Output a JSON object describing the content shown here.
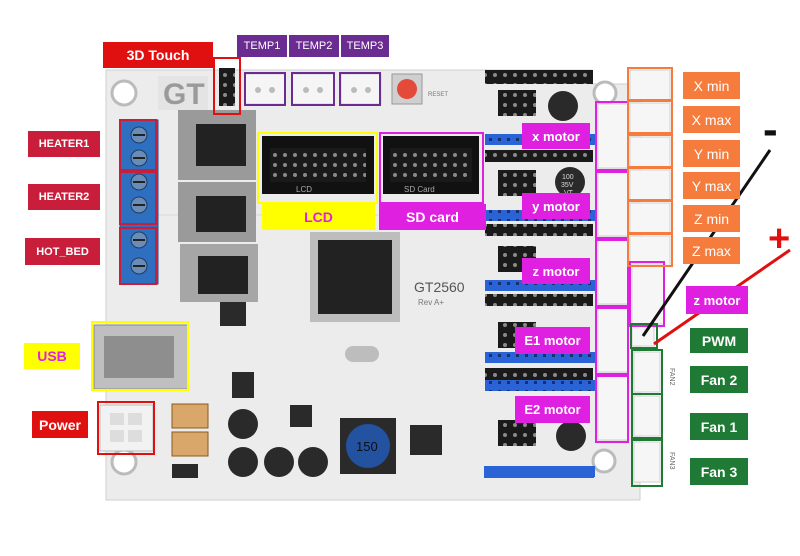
{
  "board": {
    "name": "GT2560",
    "revision": "Rev A+",
    "lcd_header_text": "LCD",
    "sd_header_text": "SD Card",
    "inductor_text": "150",
    "cap_text_1": "100",
    "cap_text_2": "35V",
    "cap_text_3": "VT",
    "fan_silk_1": "FAN2",
    "fan_silk_2": "FAN3",
    "reset_text": "RESET"
  },
  "labels": {
    "touch": "3D Touch",
    "temp1": "TEMP1",
    "temp2": "TEMP2",
    "temp3": "TEMP3",
    "heater1": "HEATER1",
    "heater2": "HEATER2",
    "hot_bed": "HOT_BED",
    "usb": "USB",
    "power": "Power",
    "lcd": "LCD",
    "sd_card": "SD card",
    "x_motor": "x motor",
    "y_motor": "y motor",
    "z_motor": "z motor",
    "z_motor2": "z motor",
    "e1_motor": "E1 motor",
    "e2_motor": "E2 motor",
    "x_min": "X min",
    "x_max": "X max",
    "y_min": "Y min",
    "y_max": "Y max",
    "z_min": "Z min",
    "z_max": "Z max",
    "pwm": "PWM",
    "fan2": "Fan 2",
    "fan1": "Fan 1",
    "fan3": "Fan 3",
    "minus": "-",
    "plus": "+"
  },
  "colors": {
    "purple": "#6a2c91",
    "magenta": "#e020e0",
    "crimson": "#c81e3c",
    "orange": "#f57c3c",
    "green": "#1e7a34",
    "yellow": "#ffff00",
    "red": "#e01010",
    "pcb": "#ededed",
    "terminal_blue": "#2e6fc0",
    "header_blue": "#2a63d6"
  }
}
